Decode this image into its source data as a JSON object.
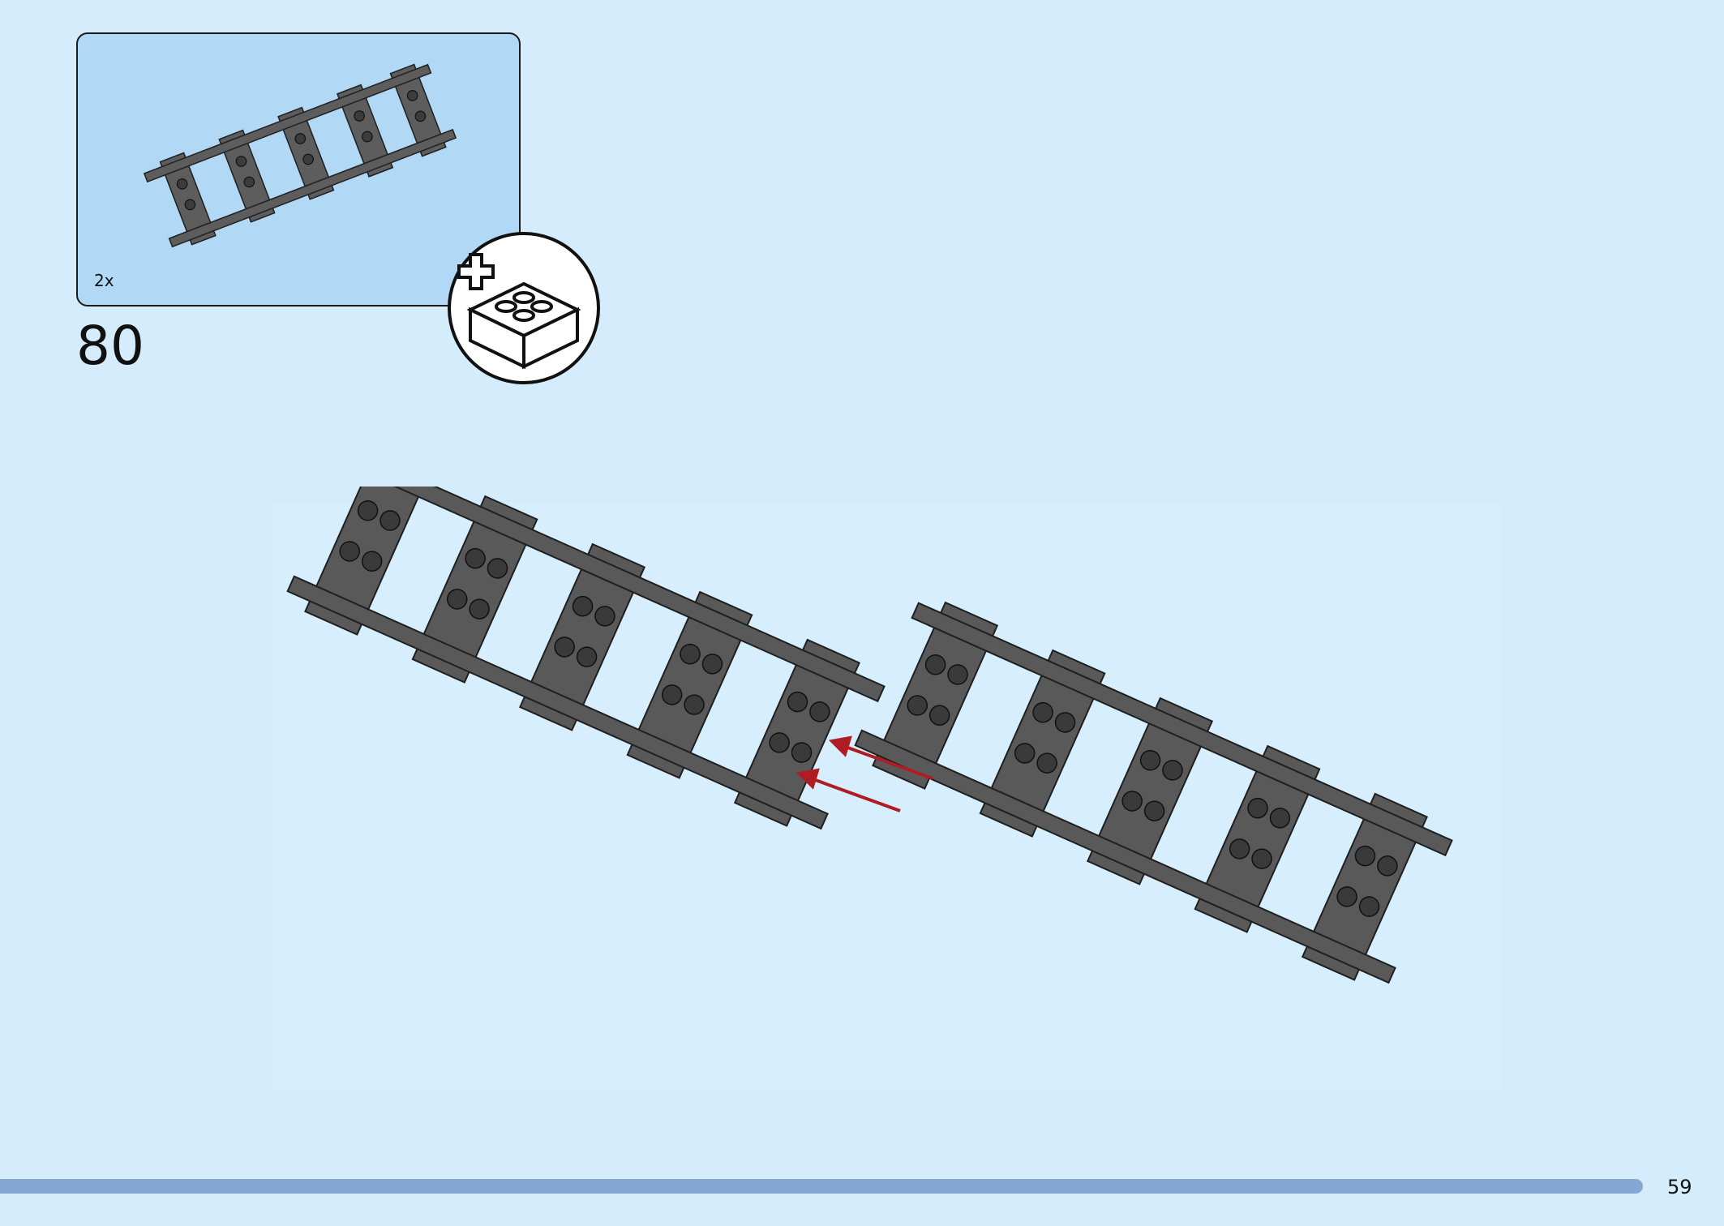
{
  "step": {
    "number": "80",
    "parts_callout": {
      "quantity": "2x",
      "part_name": "straight-track-icon"
    },
    "badge": "new-brick-icon",
    "arrow_color": "#b01c24"
  },
  "colors": {
    "page_background": "#d4ecfb",
    "callout_background": "#b1d8f4",
    "track_gray": "#595959",
    "footer_bar": "#85a7d6"
  },
  "footer": {
    "page_number": "59"
  }
}
